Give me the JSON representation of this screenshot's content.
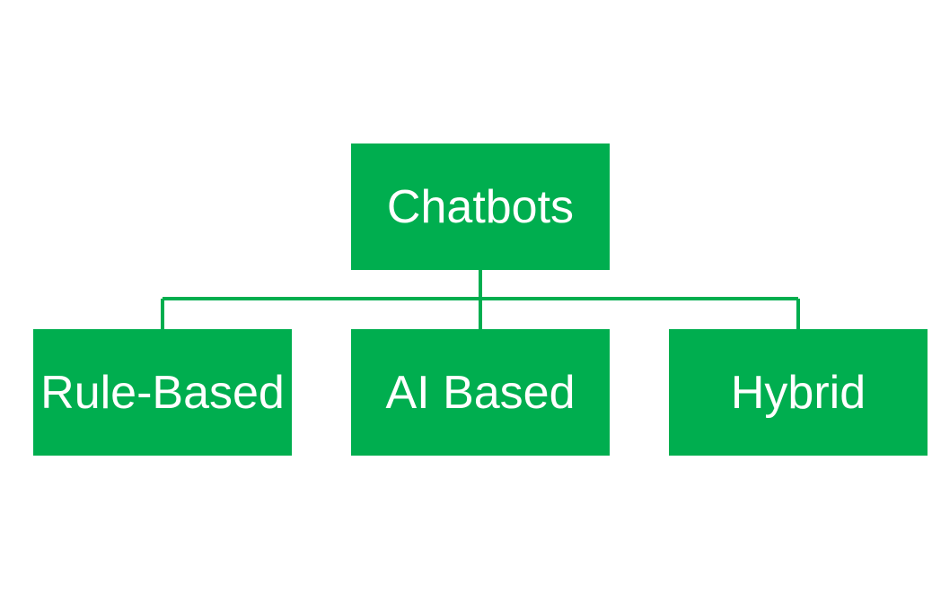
{
  "colors": {
    "node_fill": "#00AE4F",
    "node_text": "#FFFFFF",
    "connector": "#00AE4F",
    "background": "#FFFFFF"
  },
  "root": {
    "label": "Chatbots"
  },
  "children": [
    {
      "label": "Rule-Based"
    },
    {
      "label": "AI Based"
    },
    {
      "label": "Hybrid"
    }
  ]
}
